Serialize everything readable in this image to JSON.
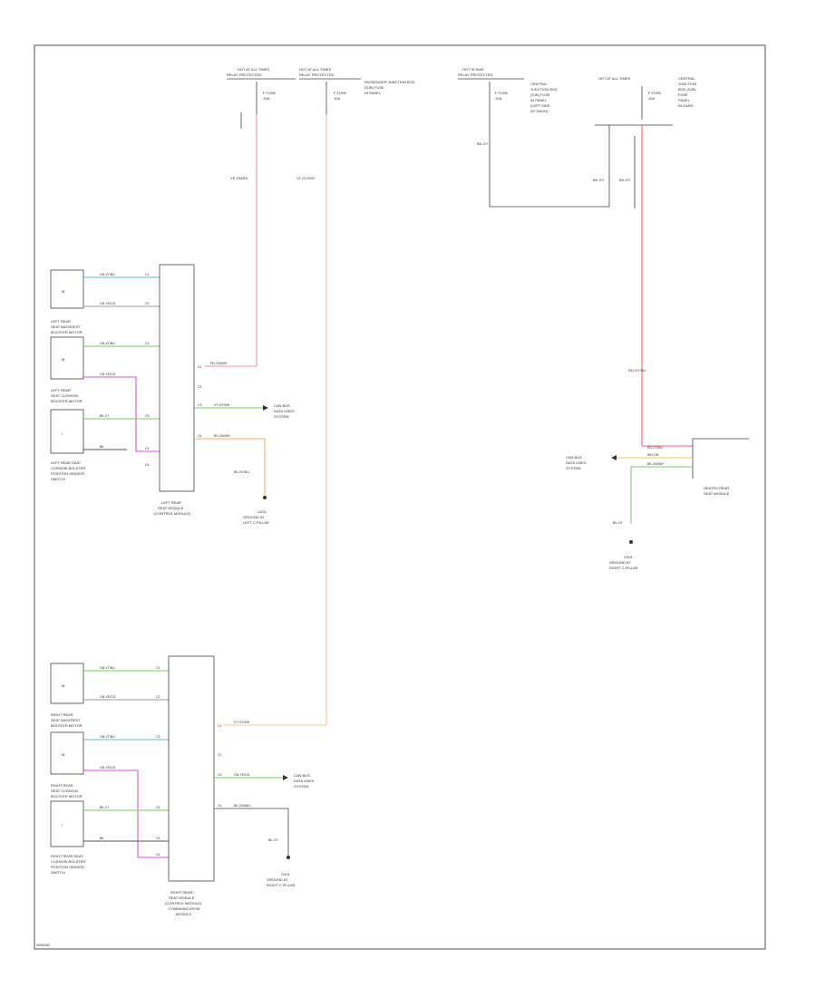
{
  "colors": {
    "pink": "#e89aa0",
    "red": "#f26a78",
    "orange": "#f0b070",
    "green": "#7cc86a",
    "blue": "#5a7fd8",
    "magenta": "#d058d8",
    "teal": "#6ab0c8",
    "black": "#444444",
    "frame": "#555555"
  },
  "diagram_id": "W00000",
  "fuses": {
    "f1_header": "HOT AT ALL TIMES",
    "f1_sub": "RELAY PROTECTED",
    "f1_fuse": "F FUSE",
    "f1_amp": "10A",
    "f2_header": "HOT AT ALL TIMES",
    "f2_sub": "RELAY PROTECTED",
    "f2_fuse": "F FUSE",
    "f2_amp": "10A",
    "f2_desc_1": "PASSENGER JUNCTION BOX",
    "f2_desc_2": "(SJB) FUSE",
    "f2_desc_3": "IN PANEL",
    "f3_header": "HOT IN RUN",
    "f3_sub": "RELAY PROTECTED",
    "f3_fuse": "F FUSE",
    "f3_amp": "10A",
    "f3_desc_1": "CENTRAL",
    "f3_desc_2": "JUNCTION BOX",
    "f3_desc_3": "(SJB) FUSE",
    "f3_desc_4": "IN PANEL",
    "f3_desc_5": "(LEFT SIDE",
    "f3_desc_6": "OF DASH)",
    "f4_header": "HOT AT ALL TIMES",
    "f4_fuse": "F FUSE",
    "f4_amp": "10A",
    "f4_desc_1": "CENTRAL",
    "f4_desc_2": "JUNCTION",
    "f4_desc_3": "BOX (SJB)",
    "f4_desc_4": "FUSE",
    "f4_desc_5": "PANEL",
    "f4_desc_6": "IN DASH"
  },
  "wires": {
    "w_main_left": "YE-GN/RD",
    "w_main_mid": "VT-GY/WH",
    "w_grd_right_a": "BK-GY",
    "w_grd_right_b": "BK-GY",
    "w_red_right": "RD-GY/BU",
    "w_lm1": "GN-VT/BU",
    "w_lm2": "GN-YE/OG",
    "w_lm3": "GN-VT/BU",
    "w_lm4": "GN-YE/OG",
    "w_lm5": "BK-VT",
    "w_lm6": "BK",
    "w_lmod_pwr": "RD-GN/WH",
    "w_lmod_can": "VT-GY/WH",
    "w_lmod_grd": "BK-GN/WH",
    "w_lmod_grd2": "BK-GY/BU",
    "w_rm1": "GN-VT/BU",
    "w_rm2": "GN-YE/OG",
    "w_rm3": "GN-VT/BU",
    "w_rm4": "GN-YE/OG",
    "w_rm5": "BK-VT",
    "w_rm6": "BK",
    "w_rmod_pwr": "VT-GY/WH",
    "w_rmod_can": "GN-YE/OG",
    "w_rmod_grd": "BK-GN/WH",
    "w_rmod_grd2": "BK-GY",
    "w_hs_1": "RD-GY/BU",
    "w_hs_2": "WH-GN",
    "w_hs_3": "BK-GN/WH",
    "w_hs_grd": "BK-GY"
  },
  "pins": {
    "lm_p1": "C1",
    "lm_p2": "C2",
    "lm_p3": "C3",
    "lm_p4": "C4",
    "lm_p5": "C5",
    "lm_p6": "C6",
    "lmod_p1": "C1",
    "lmod_p2": "C2",
    "lmod_p3": "C3",
    "lmod_p4": "C4",
    "rm_p1": "C1",
    "rm_p2": "C2",
    "rm_p3": "C3",
    "rm_p4": "C4",
    "rm_p5": "C5",
    "rm_p6": "C6",
    "rmod_p1": "C1",
    "rmod_p2": "C2",
    "rmod_p3": "C3",
    "rmod_p4": "C4"
  },
  "components": {
    "l1_1": "LEFT REAR",
    "l1_2": "SEAT BACKREST",
    "l1_3": "BOLSTER MOTOR",
    "l2_1": "LEFT REAR",
    "l2_2": "SEAT CUSHION",
    "l2_3": "BOLSTER MOTOR",
    "l3_1": "LEFT REAR SEAT",
    "l3_2": "CUSHION BOLSTER",
    "l3_3": "POSITION SENSOR",
    "l3_4": "SWITCH",
    "lmod_1": "LEFT REAR",
    "lmod_2": "SEAT MODULE",
    "lmod_3": "(CONTROL MODULE)",
    "lmod_can_1": "CAN BUS",
    "lmod_can_2": "DATA LINES",
    "lmod_can_3": "SYSTEM",
    "lgrd_1": "G201",
    "lgrd_2": "GROUND AT",
    "lgrd_3": "LEFT C-PILLAR",
    "hs_can_1": "CAN BUS",
    "hs_can_2": "DATA LINES",
    "hs_can_3": "SYSTEM",
    "hs_1": "HEATED REAR",
    "hs_2": "SEAT MODULE",
    "hgrd_1": "G301",
    "hgrd_2": "GROUND AT",
    "hgrd_3": "RIGHT C-PILLAR",
    "r1_1": "RIGHT REAR",
    "r1_2": "SEAT BACKREST",
    "r1_3": "BOLSTER MOTOR",
    "r2_1": "RIGHT REAR",
    "r2_2": "SEAT CUSHION",
    "r2_3": "BOLSTER MOTOR",
    "r3_1": "RIGHT REAR SEAT",
    "r3_2": "CUSHION BOLSTER",
    "r3_3": "POSITION SENSOR",
    "r3_4": "SWITCH",
    "rmod_1": "RIGHT REAR",
    "rmod_2": "SEAT MODULE",
    "rmod_3": "(CONTROL MODULE)",
    "rmod_4": "COMMUNICATION",
    "rmod_5": "MODULE",
    "rmod_can_1": "CAN BUS",
    "rmod_can_2": "DATA LINES",
    "rmod_can_3": "SYSTEM",
    "rgrd_1": "G301",
    "rgrd_2": "GROUND AT",
    "rgrd_3": "RIGHT C-PILLAR"
  }
}
